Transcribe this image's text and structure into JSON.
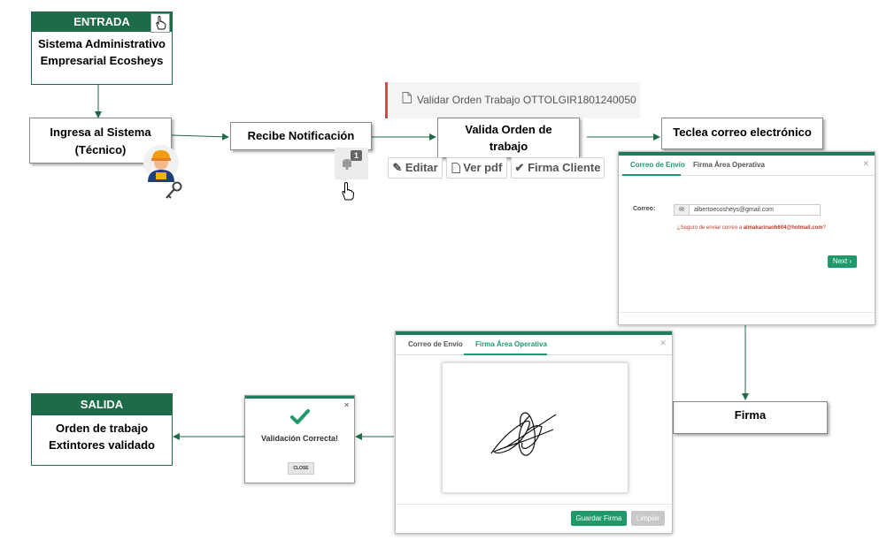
{
  "entrada": {
    "header": "ENTRADA",
    "line1": "Sistema Administrativo",
    "line2": "Empresarial Ecosheys"
  },
  "steps": {
    "ingresa_line1": "Ingresa al Sistema",
    "ingresa_line2": "(Técnico)",
    "recibe": "Recibe Notificación",
    "notif_count": "1",
    "valida_line1": "Valida Orden de",
    "valida_line2": "trabajo",
    "teclea": "Teclea correo electrónico",
    "firma": "Firma"
  },
  "banner": {
    "text": "Validar Orden Trabajo OTTOLGIR1801240050"
  },
  "actions": {
    "editar": "Editar",
    "ver_pdf": "Ver pdf",
    "firma_cliente": "Firma Cliente"
  },
  "email_modal": {
    "tab1": "Correo de Envío",
    "tab2": "Firma Área Operativa",
    "label": "Correo:",
    "value": "albertoecosheys@gmail.com",
    "confirm_prefix": "¿Seguro de enviar correo a ",
    "confirm_email": "almakarinaoh604@hotmail.com",
    "confirm_suffix": "?",
    "next": "Next ›"
  },
  "sign_modal": {
    "tab1": "Correo de Envío",
    "tab2": "Firma Área Operativa",
    "guardar": "Guardar Firma",
    "limpiar": "Limpiar"
  },
  "success_modal": {
    "text": "Validación Correcta!",
    "close": "CLOSE"
  },
  "salida": {
    "header": "SALIDA",
    "line1": "Orden de trabajo",
    "line2": "Extintores validado"
  },
  "colors": {
    "green": "#1e6b4a",
    "accent": "#1e9a6a",
    "banner_border": "#e0434b",
    "error_text": "#c0392b"
  },
  "icons": [
    "hand-pointer-icon",
    "technician-avatar-icon",
    "key-icon",
    "bell-icon",
    "pdf-icon",
    "pencil-icon",
    "check-icon",
    "envelope-icon",
    "checkmark-icon"
  ]
}
